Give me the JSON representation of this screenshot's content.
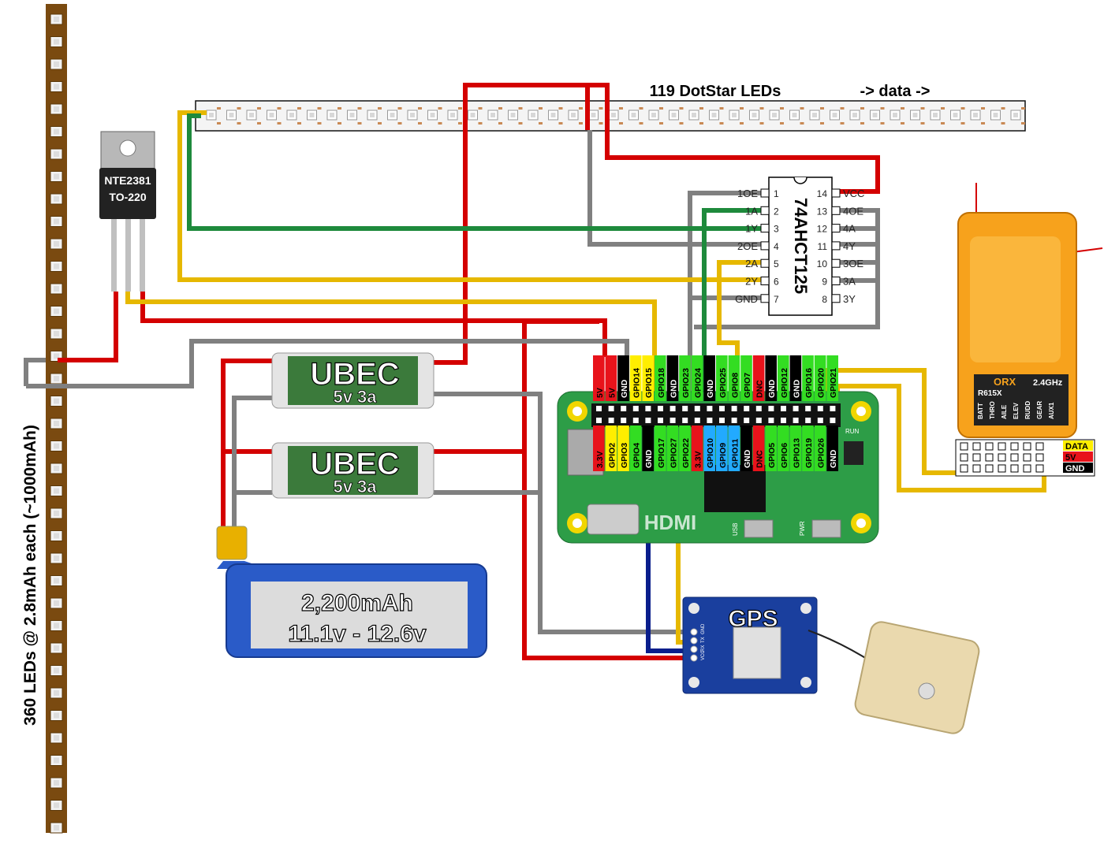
{
  "strip_vertical": {
    "label": "360 LEDs @ 2.8mAh each (~1000mAh)"
  },
  "strip_horizontal": {
    "title": "119 DotStar LEDs",
    "direction": "-> data ->"
  },
  "regulator": {
    "model": "NTE2381",
    "package": "TO-220"
  },
  "ubecs": [
    {
      "name": "UBEC",
      "rating": "5v 3a"
    },
    {
      "name": "UBEC",
      "rating": "5v 3a"
    }
  ],
  "battery": {
    "capacity": "2,200mAh",
    "voltage": "11.1v - 12.6v"
  },
  "chip": {
    "name": "74AHCT125",
    "left_pins": [
      {
        "label": "1OE",
        "num": "1"
      },
      {
        "label": "1A",
        "num": "2"
      },
      {
        "label": "1Y",
        "num": "3"
      },
      {
        "label": "2OE",
        "num": "4"
      },
      {
        "label": "2A",
        "num": "5"
      },
      {
        "label": "2Y",
        "num": "6"
      },
      {
        "label": "GND",
        "num": "7"
      }
    ],
    "right_pins": [
      {
        "label": "VCC",
        "num": "14"
      },
      {
        "label": "4OE",
        "num": "13"
      },
      {
        "label": "4A",
        "num": "12"
      },
      {
        "label": "4Y",
        "num": "11"
      },
      {
        "label": "3OE",
        "num": "10"
      },
      {
        "label": "3A",
        "num": "9"
      },
      {
        "label": "3Y",
        "num": "8"
      }
    ]
  },
  "pi_header": {
    "top_row": [
      {
        "label": "5V",
        "color": "#e8131b"
      },
      {
        "label": "5V",
        "color": "#e8131b"
      },
      {
        "label": "GND",
        "color": "#000000"
      },
      {
        "label": "GPIO14",
        "color": "#ffee00"
      },
      {
        "label": "GPIO15",
        "color": "#ffee00"
      },
      {
        "label": "GPIO18",
        "color": "#33dd22"
      },
      {
        "label": "GND",
        "color": "#000000"
      },
      {
        "label": "GPIO23",
        "color": "#33dd22"
      },
      {
        "label": "GPIO24",
        "color": "#33dd22"
      },
      {
        "label": "GND",
        "color": "#000000"
      },
      {
        "label": "GPIO25",
        "color": "#33dd22"
      },
      {
        "label": "GPIO8",
        "color": "#33dd22"
      },
      {
        "label": "GPIO7",
        "color": "#33dd22"
      },
      {
        "label": "DNC",
        "color": "#e8131b"
      },
      {
        "label": "GND",
        "color": "#000000"
      },
      {
        "label": "GPIO12",
        "color": "#33dd22"
      },
      {
        "label": "GND",
        "color": "#000000"
      },
      {
        "label": "GPIO16",
        "color": "#33dd22"
      },
      {
        "label": "GPIO20",
        "color": "#33dd22"
      },
      {
        "label": "GPIO21",
        "color": "#33dd22"
      }
    ],
    "bottom_row": [
      {
        "label": "3.3V",
        "color": "#e8131b"
      },
      {
        "label": "GPIO2",
        "color": "#ffee00"
      },
      {
        "label": "GPIO3",
        "color": "#ffee00"
      },
      {
        "label": "GPIO4",
        "color": "#33dd22"
      },
      {
        "label": "GND",
        "color": "#000000"
      },
      {
        "label": "GPIO17",
        "color": "#33dd22"
      },
      {
        "label": "GPIO27",
        "color": "#33dd22"
      },
      {
        "label": "GPIO22",
        "color": "#33dd22"
      },
      {
        "label": "3.3V",
        "color": "#e8131b"
      },
      {
        "label": "GPIO10",
        "color": "#22aaff"
      },
      {
        "label": "GPIO9",
        "color": "#22aaff"
      },
      {
        "label": "GPIO11",
        "color": "#22aaff"
      },
      {
        "label": "GND",
        "color": "#000000"
      },
      {
        "label": "DNC",
        "color": "#e8131b"
      },
      {
        "label": "GPIO5",
        "color": "#33dd22"
      },
      {
        "label": "GPIO6",
        "color": "#33dd22"
      },
      {
        "label": "GPIO13",
        "color": "#33dd22"
      },
      {
        "label": "GPIO19",
        "color": "#33dd22"
      },
      {
        "label": "GPIO26",
        "color": "#33dd22"
      },
      {
        "label": "GND",
        "color": "#000000"
      }
    ]
  },
  "pi_board": {
    "hdmi_label": "HDMI",
    "usb_label": "USB",
    "pwr_label": "PWR",
    "run_label": "RUN"
  },
  "gps": {
    "title": "GPS",
    "pins": [
      "VCC",
      "RX",
      "TX",
      "GND"
    ]
  },
  "receiver": {
    "brand": "ORX",
    "band": "2.4GHz",
    "model": "R615X",
    "channels": [
      "BATT",
      "THRO",
      "AILE",
      "ELEV",
      "RUDD",
      "GEAR",
      "AUX1"
    ],
    "pins": [
      "DATA",
      "5V",
      "GND"
    ]
  },
  "wire_colors": {
    "power": "#d40000",
    "ground": "#808080",
    "data_yellow": "#e6b800",
    "data_green": "#1e8a3c",
    "data_blue": "#0a1e8c"
  }
}
